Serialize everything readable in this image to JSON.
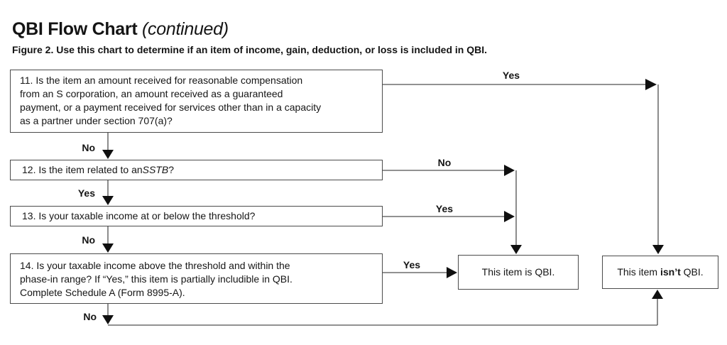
{
  "page": {
    "title": "QBI Flow Chart",
    "title_note": "(continued)",
    "figure_caption": "Figure 2. Use this chart to determine if an item of income, gain, deduction, or loss is included in QBI."
  },
  "flowchart": {
    "nodes": {
      "q11": {
        "text": "11. Is the item an amount received for reasonable compensation\nfrom an S corporation, an amount received as a guaranteed\npayment, or a payment received for services other than in a capacity\nas a partner under section 707(a)?"
      },
      "q12": {
        "text_before": "12. Is the item related to an ",
        "text_italic": "SSTB",
        "text_after": "?"
      },
      "q13": {
        "text": "13. Is your taxable income at or below the threshold?"
      },
      "q14": {
        "text": "14. Is your taxable income above the threshold and within the\nphase-in range? If “Yes,” this item is partially includible in QBI.\nComplete Schedule A (Form 8995-A)."
      },
      "result_is_qbi": {
        "text": "This item is QBI."
      },
      "result_isnt_qbi": {
        "text_before": "This item ",
        "text_bold": "isn’t",
        "text_after": " QBI."
      }
    },
    "edge_labels": {
      "q11_no_down": "No",
      "q11_yes_right": "Yes",
      "q12_no_right": "No",
      "q12_yes_down": "Yes",
      "q13_yes_right": "Yes",
      "q13_no_down": "No",
      "q14_yes_right": "Yes",
      "q14_no_down": "No"
    }
  },
  "colors": {
    "background": "#ffffff",
    "line": "#4f4f4f",
    "arrowhead": "#101010",
    "box_border": "#4b4b4b",
    "text": "#141414"
  }
}
